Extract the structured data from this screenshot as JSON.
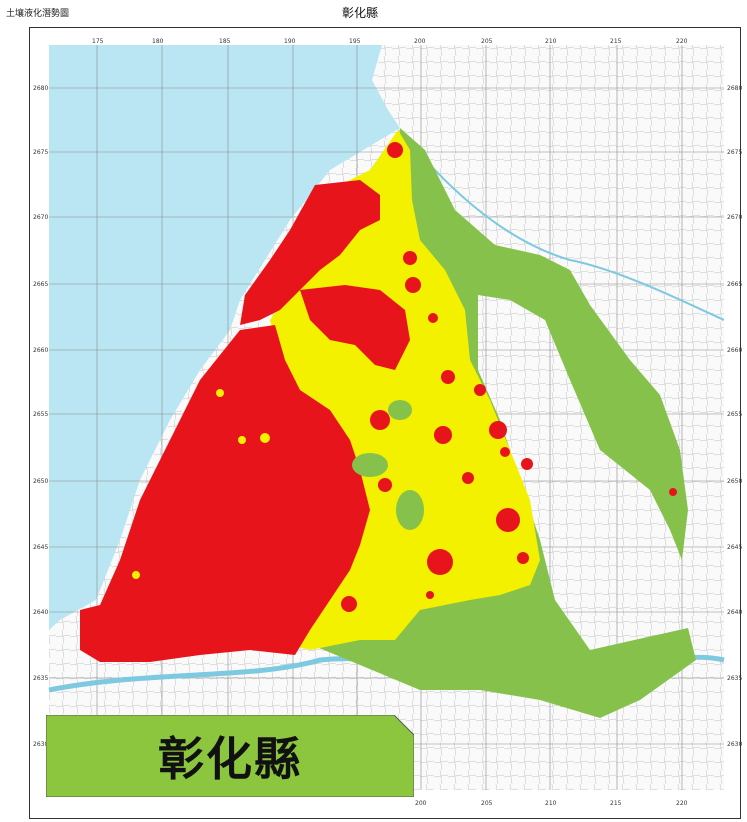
{
  "header": {
    "left_label": "土壤液化潛勢圖",
    "title": "彰化縣"
  },
  "map": {
    "x_ticks": [
      "175",
      "180",
      "185",
      "190",
      "195",
      "200",
      "205",
      "210",
      "215",
      "220"
    ],
    "bottom_ticks": [
      "200",
      "205",
      "210",
      "215",
      "220"
    ],
    "y_ticks": [
      "2680",
      "2675",
      "2670",
      "2665",
      "2660",
      "2655",
      "2650",
      "2645",
      "2640",
      "2635",
      "2630"
    ],
    "colors": {
      "sea": "#b9e6f2",
      "high": "#e8141c",
      "medium": "#f3f000",
      "low": "#86c24b",
      "badge": "#8cc63f"
    }
  },
  "badge": {
    "label": "彰化縣"
  }
}
